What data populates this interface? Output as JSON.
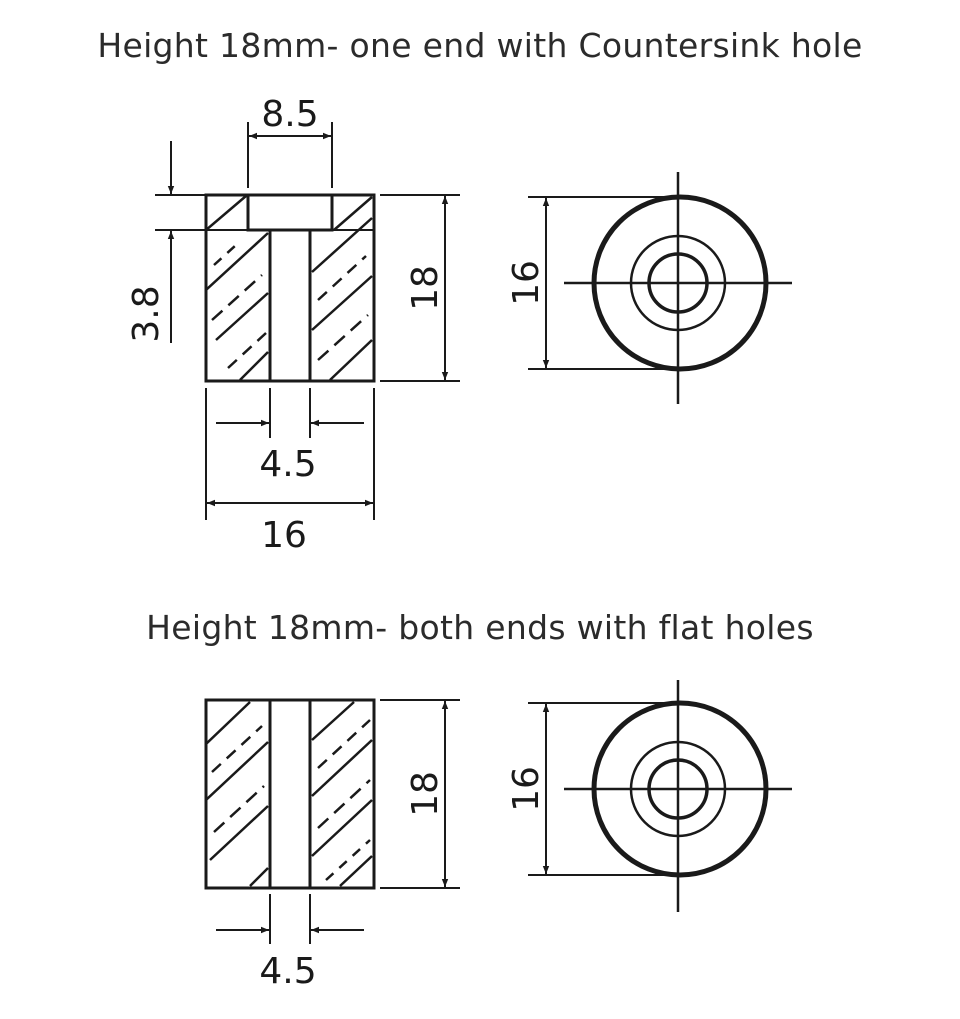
{
  "top_view": {
    "caption": "Height 18mm- one end with Countersink hole",
    "dims": {
      "countersink_diameter": "8.5",
      "countersink_depth": "3.8",
      "height": "18",
      "hole_diameter": "4.5",
      "outer_diameter": "16",
      "end_view_diameter": "16"
    }
  },
  "bottom_view": {
    "caption": "Height 18mm- both ends with flat holes",
    "dims": {
      "height": "18",
      "hole_diameter": "4.5",
      "end_view_diameter": "16"
    }
  }
}
